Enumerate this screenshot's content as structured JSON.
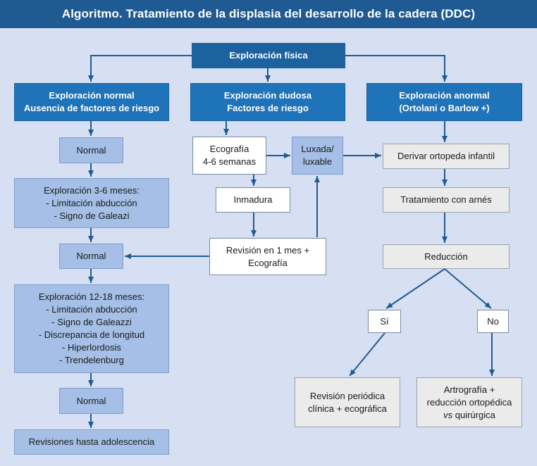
{
  "title": "Algoritmo.  Tratamiento de la displasia del desarrollo de la cadera (DDC)",
  "nodes": {
    "exploracion_fisica": "Exploración física",
    "exploracion_normal": [
      "Exploración normal",
      "Ausencia de factores de riesgo"
    ],
    "exploracion_dudosa": [
      "Exploración dudosa",
      "Factores de riesgo"
    ],
    "exploracion_anormal": [
      "Exploración anormal",
      "(Ortolani o Barlow +)"
    ],
    "normal_1": "Normal",
    "exploracion_3_6": [
      "Exploración 3-6 meses:",
      "- Limitación abducción",
      "- Signo de Galeazi"
    ],
    "normal_2": "Normal",
    "exploracion_12_18": [
      "Exploración 12-18 meses:",
      "- Limitación abducción",
      "- Signo de Galeazzi",
      "- Discrepancia de longitud",
      "- Hiperlordosis",
      "- Trendelenburg"
    ],
    "normal_3": "Normal",
    "revisiones_adolescencia": "Revisiones hasta adolescencia",
    "ecografia": [
      "Ecografía",
      "4-6 semanas"
    ],
    "luxada": [
      "Luxada/",
      "luxable"
    ],
    "inmadura": "Inmadura",
    "revision_1_mes": [
      "Revisión en 1 mes +",
      "Ecografía"
    ],
    "derivar": "Derivar ortopeda infantil",
    "tratamiento_arnes": "Tratamiento con arnés",
    "reduccion": "Reducción",
    "si": "Sí",
    "no": "No",
    "revision_periodica": [
      "Revisión periódica",
      "clínica + ecográfica"
    ],
    "artrografia": [
      "Artrografía +",
      "reducción ortopédica",
      "vs quirúrgica"
    ]
  },
  "colors": {
    "background": "#d6e0f2",
    "title_bar": "#1f5b92",
    "dark_box": "#1e73b9",
    "light_box": "#a5bfe6",
    "grey_box": "#ebebeb",
    "arrow": "#1f5b92"
  }
}
